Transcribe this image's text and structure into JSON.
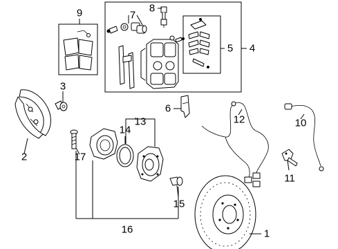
{
  "callouts": {
    "c1": "1",
    "c2": "2",
    "c3": "3",
    "c4": "4",
    "c5": "5",
    "c6": "6",
    "c7": "7",
    "c8": "8",
    "c9": "9",
    "c10": "10",
    "c11": "11",
    "c12": "12",
    "c13": "13",
    "c14": "14",
    "c15": "15",
    "c16": "16",
    "c17": "17"
  },
  "parts": [
    {
      "callout": "1",
      "icon": "brake-rotor-icon"
    },
    {
      "callout": "2",
      "icon": "splash-shield-icon"
    },
    {
      "callout": "3",
      "icon": "bolt-icon"
    },
    {
      "callout": "4",
      "icon": "caliper-assembly-box-icon"
    },
    {
      "callout": "5",
      "icon": "pad-hardware-kit-icon"
    },
    {
      "callout": "6",
      "icon": "bracket-icon"
    },
    {
      "callout": "7",
      "icon": "bleeder-cap-icon"
    },
    {
      "callout": "8",
      "icon": "bleeder-screw-icon"
    },
    {
      "callout": "9",
      "icon": "brake-pad-set-icon"
    },
    {
      "callout": "10",
      "icon": "rear-abs-sensor-icon"
    },
    {
      "callout": "11",
      "icon": "wheel-speed-sensor-icon"
    },
    {
      "callout": "12",
      "icon": "abs-harness-icon"
    },
    {
      "callout": "13",
      "icon": "hub-assembly-icon"
    },
    {
      "callout": "14",
      "icon": "snap-ring-icon"
    },
    {
      "callout": "15",
      "icon": "hub-bolt-icon"
    },
    {
      "callout": "16",
      "icon": "hub-assembly-group-icon"
    },
    {
      "callout": "17",
      "icon": "wheel-stud-icon"
    }
  ]
}
